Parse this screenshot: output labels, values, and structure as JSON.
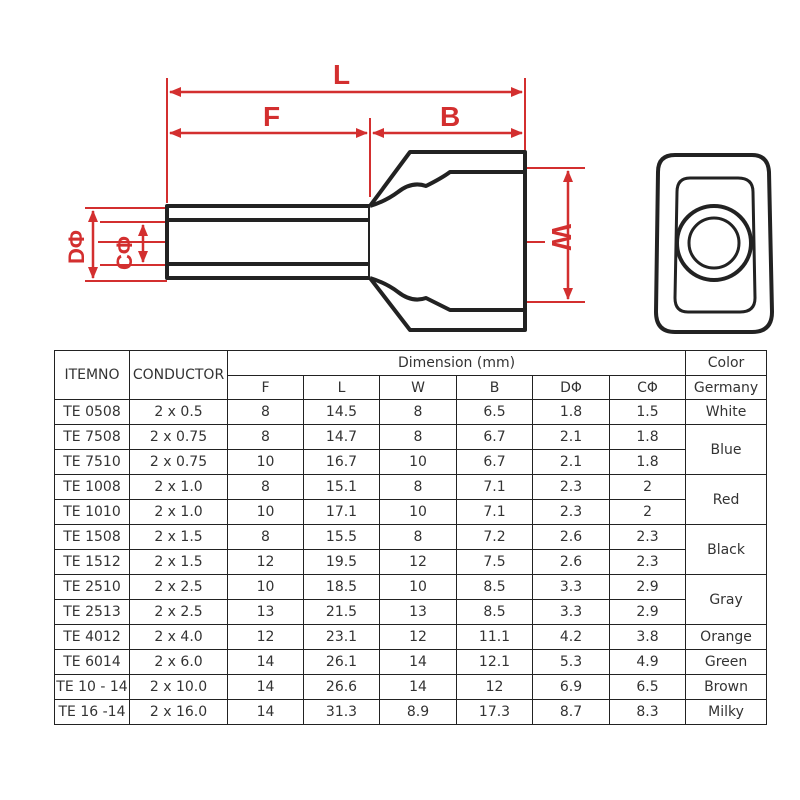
{
  "diagram": {
    "labels": {
      "L": "L",
      "F": "F",
      "B": "B",
      "W": "W",
      "D": "DΦ",
      "C": "CΦ"
    },
    "colors": {
      "dimension": "#d32f2f",
      "outline": "#222222"
    }
  },
  "table": {
    "headers": {
      "item": "ITEMNO",
      "conductor": "CONDUCTOR",
      "dimension_group": "Dimension (mm)",
      "color_top": "Color",
      "color_bottom": "Germany",
      "dims": [
        "F",
        "L",
        "W",
        "B",
        "DΦ",
        "CΦ"
      ]
    },
    "rows": [
      {
        "item": "TE 0508",
        "conductor": "2 x 0.5",
        "F": "8",
        "L": "14.5",
        "W": "8",
        "B": "6.5",
        "D": "1.8",
        "C": "1.5"
      },
      {
        "item": "TE 7508",
        "conductor": "2 x 0.75",
        "F": "8",
        "L": "14.7",
        "W": "8",
        "B": "6.7",
        "D": "2.1",
        "C": "1.8"
      },
      {
        "item": "TE 7510",
        "conductor": "2 x 0.75",
        "F": "10",
        "L": "16.7",
        "W": "10",
        "B": "6.7",
        "D": "2.1",
        "C": "1.8"
      },
      {
        "item": "TE 1008",
        "conductor": "2 x 1.0",
        "F": "8",
        "L": "15.1",
        "W": "8",
        "B": "7.1",
        "D": "2.3",
        "C": "2"
      },
      {
        "item": "TE 1010",
        "conductor": "2 x 1.0",
        "F": "10",
        "L": "17.1",
        "W": "10",
        "B": "7.1",
        "D": "2.3",
        "C": "2"
      },
      {
        "item": "TE 1508",
        "conductor": "2 x 1.5",
        "F": "8",
        "L": "15.5",
        "W": "8",
        "B": "7.2",
        "D": "2.6",
        "C": "2.3"
      },
      {
        "item": "TE 1512",
        "conductor": "2 x 1.5",
        "F": "12",
        "L": "19.5",
        "W": "12",
        "B": "7.5",
        "D": "2.6",
        "C": "2.3"
      },
      {
        "item": "TE 2510",
        "conductor": "2 x 2.5",
        "F": "10",
        "L": "18.5",
        "W": "10",
        "B": "8.5",
        "D": "3.3",
        "C": "2.9"
      },
      {
        "item": "TE 2513",
        "conductor": "2 x 2.5",
        "F": "13",
        "L": "21.5",
        "W": "13",
        "B": "8.5",
        "D": "3.3",
        "C": "2.9"
      },
      {
        "item": "TE 4012",
        "conductor": "2 x 4.0",
        "F": "12",
        "L": "23.1",
        "W": "12",
        "B": "11.1",
        "D": "4.2",
        "C": "3.8"
      },
      {
        "item": "TE 6014",
        "conductor": "2 x 6.0",
        "F": "14",
        "L": "26.1",
        "W": "14",
        "B": "12.1",
        "D": "5.3",
        "C": "4.9"
      },
      {
        "item": "TE 10 - 14",
        "conductor": "2 x 10.0",
        "F": "14",
        "L": "26.6",
        "W": "14",
        "B": "12",
        "D": "6.9",
        "C": "6.5"
      },
      {
        "item": "TE 16 -14",
        "conductor": "2 x 16.0",
        "F": "14",
        "L": "31.3",
        "W": "8.9",
        "B": "17.3",
        "D": "8.7",
        "C": "8.3"
      }
    ],
    "color_groups": [
      {
        "label": "White",
        "rows": 1
      },
      {
        "label": "Blue",
        "rows": 2
      },
      {
        "label": "Red",
        "rows": 2
      },
      {
        "label": "Black",
        "rows": 2
      },
      {
        "label": "Gray",
        "rows": 2
      },
      {
        "label": "Orange",
        "rows": 1
      },
      {
        "label": "Green",
        "rows": 1
      },
      {
        "label": "Brown",
        "rows": 1
      },
      {
        "label": "Milky",
        "rows": 1
      }
    ]
  }
}
